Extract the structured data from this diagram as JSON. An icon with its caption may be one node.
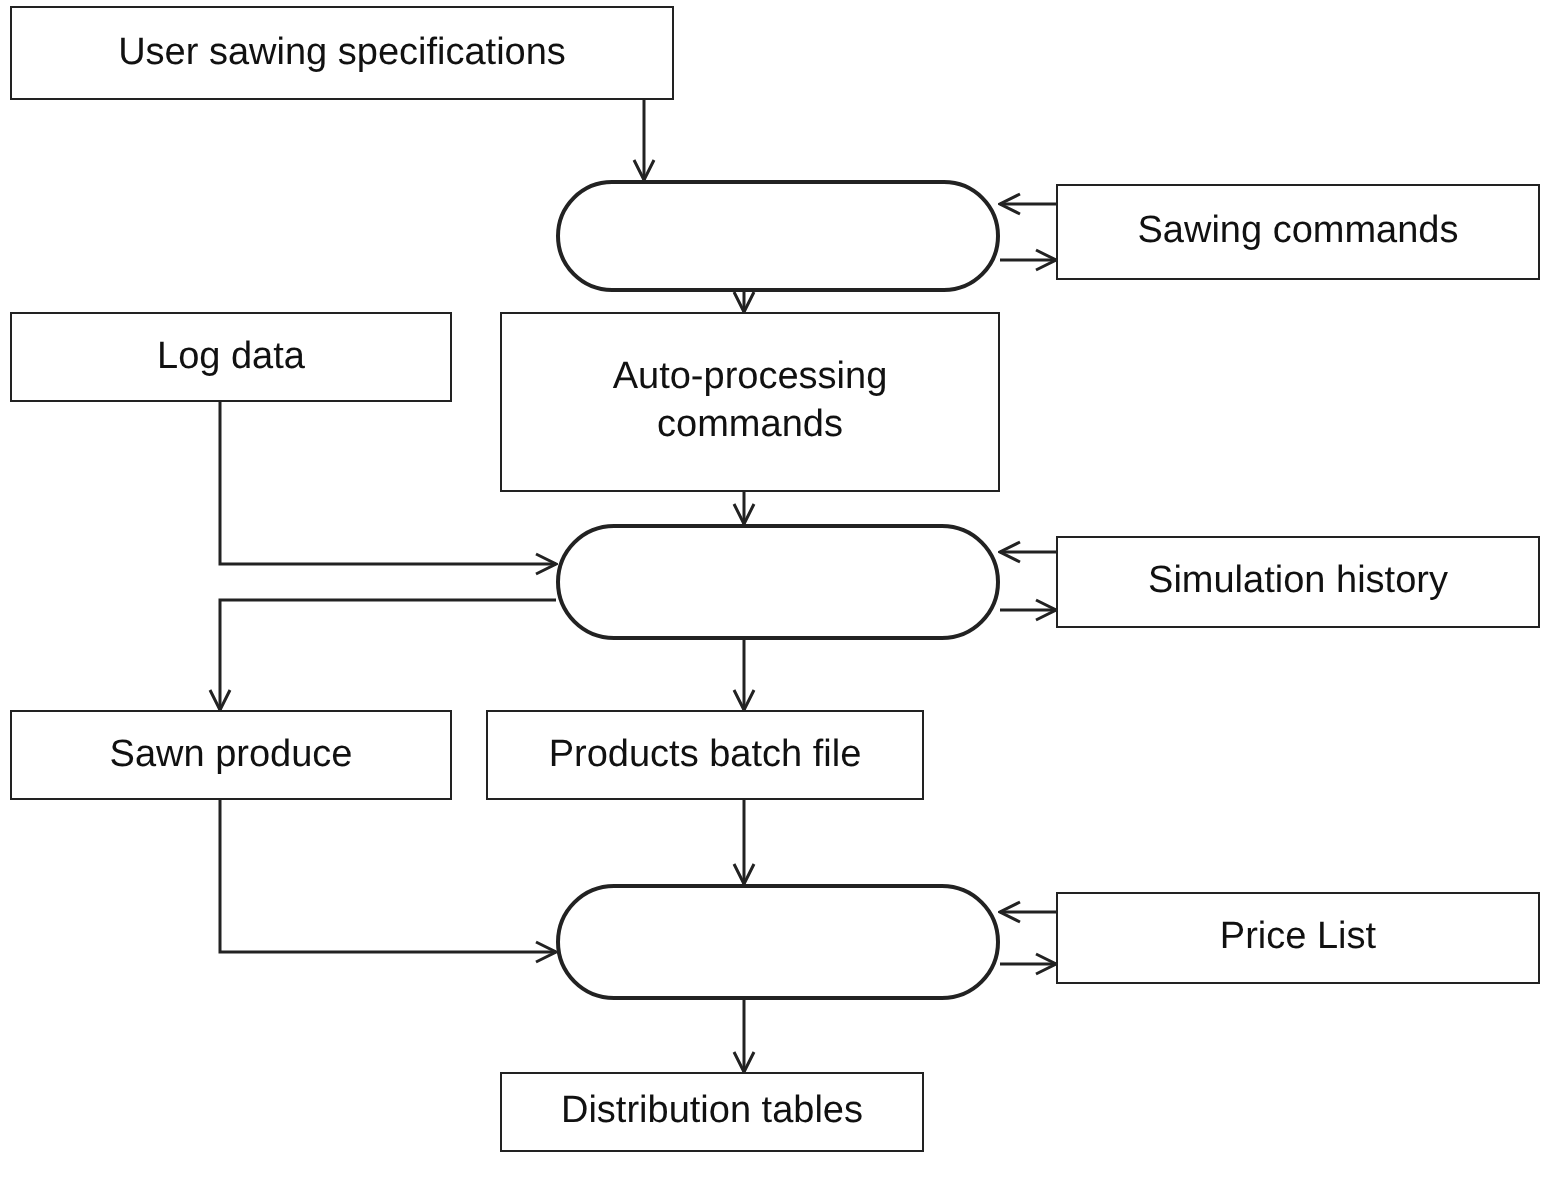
{
  "diagram": {
    "nodes": [
      {
        "text": [
          "User sawing specifications"
        ]
      },
      {
        "text": [],
        "shape": "oval"
      },
      {
        "text": [
          "Sawing commands"
        ]
      },
      {
        "text": [
          "Log data"
        ]
      },
      {
        "text": [
          "Auto-processing commands"
        ]
      },
      {
        "text": [],
        "shape": "oval"
      },
      {
        "text": [
          "Simulation history"
        ]
      },
      {
        "text": [
          "Sawn produce"
        ]
      },
      {
        "text": [
          "Products batch file"
        ]
      },
      {
        "text": [],
        "shape": "oval"
      },
      {
        "text": [
          "Price List"
        ]
      },
      {
        "text": [
          "Distribution tables"
        ]
      }
    ],
    "edges": [
      {
        "from": 0,
        "to": 1,
        "arrow": "to"
      },
      {
        "from": 1,
        "to": 2,
        "arrow": "to"
      },
      {
        "from": 2,
        "to": 1,
        "arrow": "to"
      },
      {
        "from": 1,
        "to": 4,
        "arrow": "to"
      },
      {
        "from": 3,
        "to": 5,
        "arrow": "to"
      },
      {
        "from": 4,
        "to": 5,
        "arrow": "to"
      },
      {
        "from": 5,
        "to": 6,
        "arrow": "to"
      },
      {
        "from": 6,
        "to": 5,
        "arrow": "to"
      },
      {
        "from": 5,
        "to": 7,
        "arrow": "to"
      },
      {
        "from": 5,
        "to": 8,
        "arrow": "to"
      },
      {
        "from": 7,
        "to": 9,
        "arrow": "to"
      },
      {
        "from": 8,
        "to": 9,
        "arrow": "to"
      },
      {
        "from": 9,
        "to": 10,
        "arrow": "to"
      },
      {
        "from": 10,
        "to": 9,
        "arrow": "to"
      },
      {
        "from": 9,
        "to": 11,
        "arrow": "to"
      }
    ]
  }
}
